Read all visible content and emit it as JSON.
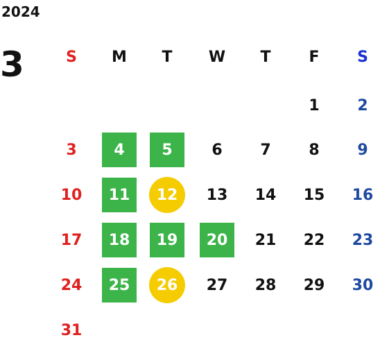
{
  "calendar": {
    "year": "2024",
    "month": "3",
    "weekdays": [
      "S",
      "M",
      "T",
      "W",
      "T",
      "F",
      "S"
    ],
    "weeks": [
      [
        "",
        "",
        "",
        "",
        "",
        "1",
        "2"
      ],
      [
        "3",
        "4",
        "5",
        "6",
        "7",
        "8",
        "9"
      ],
      [
        "10",
        "11",
        "12",
        "13",
        "14",
        "15",
        "16"
      ],
      [
        "17",
        "18",
        "19",
        "20",
        "21",
        "22",
        "23"
      ],
      [
        "24",
        "25",
        "26",
        "27",
        "28",
        "29",
        "30"
      ],
      [
        "31",
        "",
        "",
        "",
        "",
        "",
        ""
      ]
    ],
    "highlighted_square": [
      "4",
      "5",
      "11",
      "18",
      "19",
      "20",
      "25"
    ],
    "highlighted_circle": [
      "12",
      "26"
    ]
  },
  "colors": {
    "sunday": "#e02020",
    "saturday_header": "#1a2fd6",
    "saturday": "#1f4aa0",
    "default": "#111111",
    "square_fill": "#3cb44a",
    "circle_fill": "#f5cc00",
    "highlight_text": "#ffffff"
  }
}
